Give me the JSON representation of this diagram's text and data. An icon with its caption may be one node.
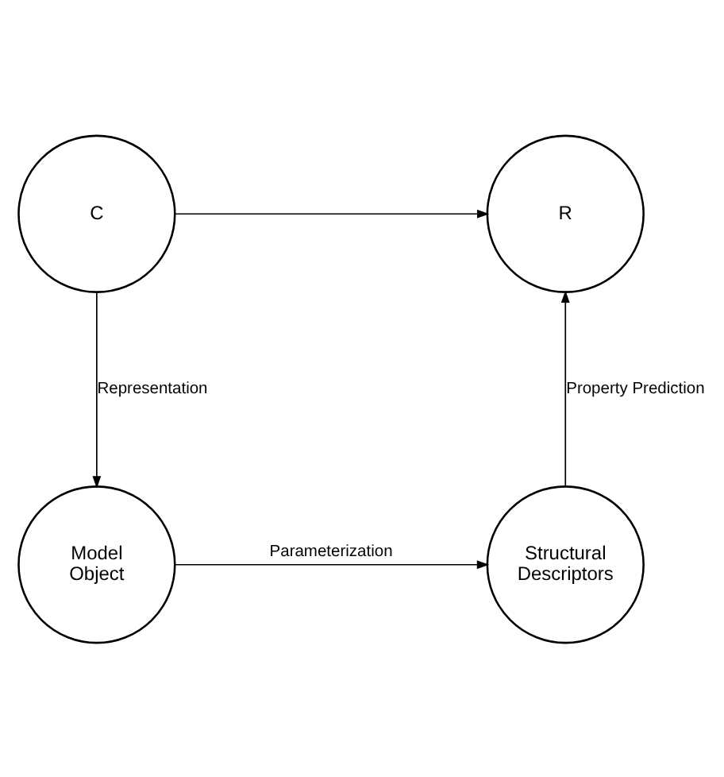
{
  "diagram": {
    "nodes": [
      {
        "text": [
          "C"
        ]
      },
      {
        "text": [
          "R"
        ]
      },
      {
        "text": [
          "Model Object"
        ]
      },
      {
        "text": [
          "Structural Descriptors"
        ]
      }
    ],
    "edges": [
      {
        "from": 0,
        "to": 1,
        "arrow": "to"
      },
      {
        "from": 0,
        "to": 2,
        "arrow": "to",
        "label": "Representation"
      },
      {
        "from": 2,
        "to": 3,
        "arrow": "to",
        "label": "Parameterization"
      },
      {
        "from": 3,
        "to": 1,
        "arrow": "to",
        "label": "Property Prediction"
      }
    ]
  }
}
